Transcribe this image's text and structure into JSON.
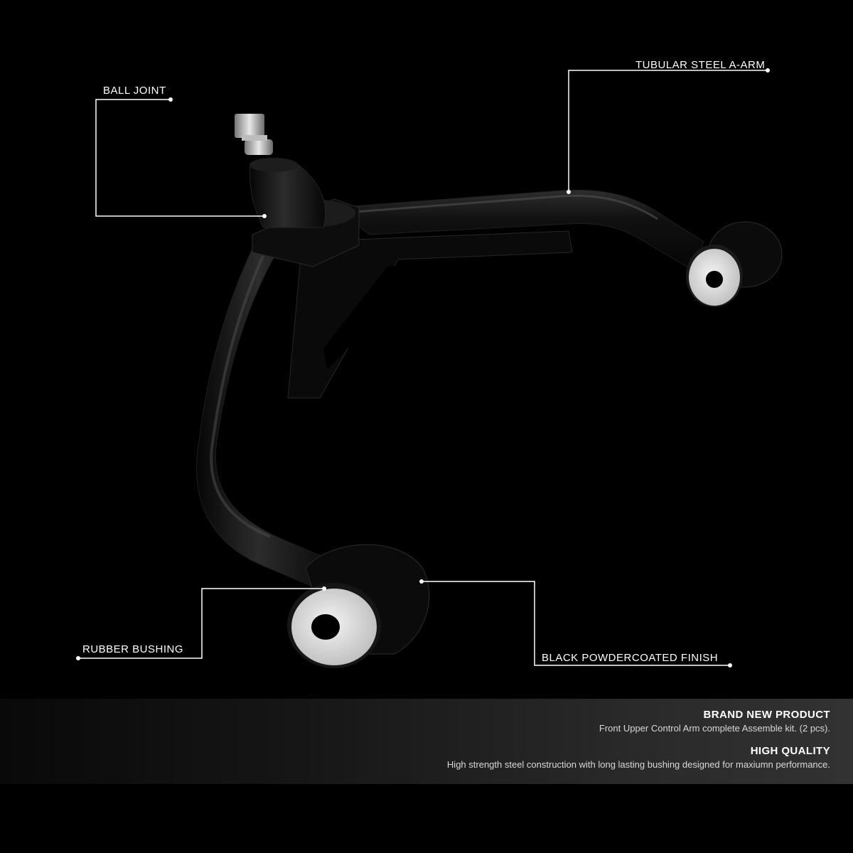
{
  "colors": {
    "background": "#000000",
    "arm": "#0c0c0c",
    "callout_line": "#ffffff",
    "band_start": "#090909",
    "band_end": "#323232"
  },
  "callouts": {
    "ball_joint": "BALL JOINT",
    "tubular_arm": "TUBULAR STEEL A-ARM",
    "rubber_bushing": "RUBBER BUSHING",
    "black_finish": "BLACK POWDERCOATED FINISH"
  },
  "info": [
    {
      "title": "BRAND NEW PRODUCT",
      "description": "Front Upper Control Arm complete Assemble kit. (2 pcs)."
    },
    {
      "title": "HIGH QUALITY",
      "description": "High strength steel construction with long lasting bushing designed for maxiumn performance."
    }
  ]
}
